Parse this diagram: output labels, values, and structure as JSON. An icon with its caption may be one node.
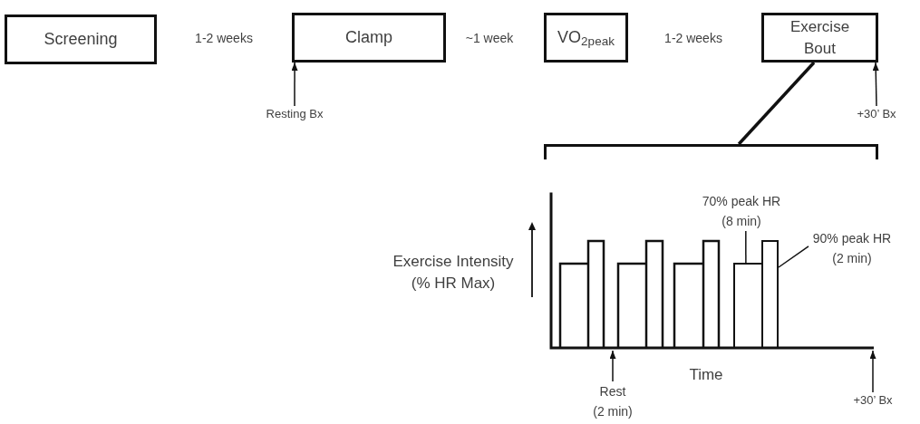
{
  "diagram": {
    "nodes": [
      {
        "text": [
          "Screening"
        ]
      },
      {
        "text": [
          "Clamp"
        ]
      },
      {
        "text": [
          "VO$_{2peak}$"
        ]
      },
      {
        "text": [
          "Exercise Bout"
        ]
      },
      {
        "text": [
          "Resting Bx"
        ]
      },
      {
        "text": [
          "+30’ Bx"
        ]
      },
      {
        "text": [],
        "shape": "bracket"
      },
      {
        "text": [],
        "shape": "chart"
      },
      {
        "text": [
          "70% peak HR (8 min)"
        ],
        "in": 7
      },
      {
        "text": [
          "90% peak HR (2 min)"
        ]
      },
      {
        "text": [],
        "shape": "bar",
        "in": 7
      },
      {
        "text": [],
        "shape": "bar",
        "in": 7
      },
      {
        "text": [
          "Rest (2 min)"
        ]
      },
      {
        "text": [
          "+30’ Bx"
        ]
      }
    ],
    "edges": [
      {
        "from": 4,
        "to": 1,
        "arrow": "to"
      },
      {
        "from": 5,
        "to": 3,
        "arrow": "to"
      },
      {
        "from": 3,
        "to": 6,
        "arrow": "none",
        "style": "thick"
      },
      {
        "from": 8,
        "to": 10,
        "arrow": "none"
      },
      {
        "from": 9,
        "to": 11,
        "arrow": "none"
      },
      {
        "from": 12,
        "to": 7,
        "arrow": "to"
      },
      {
        "from": 13,
        "to": 7,
        "arrow": "to"
      }
    ],
    "labels": [
      "1-2 weeks",
      "~1 week",
      "1-2 weeks",
      "Exercise Intensity (% HR Max)",
      "Time"
    ]
  }
}
